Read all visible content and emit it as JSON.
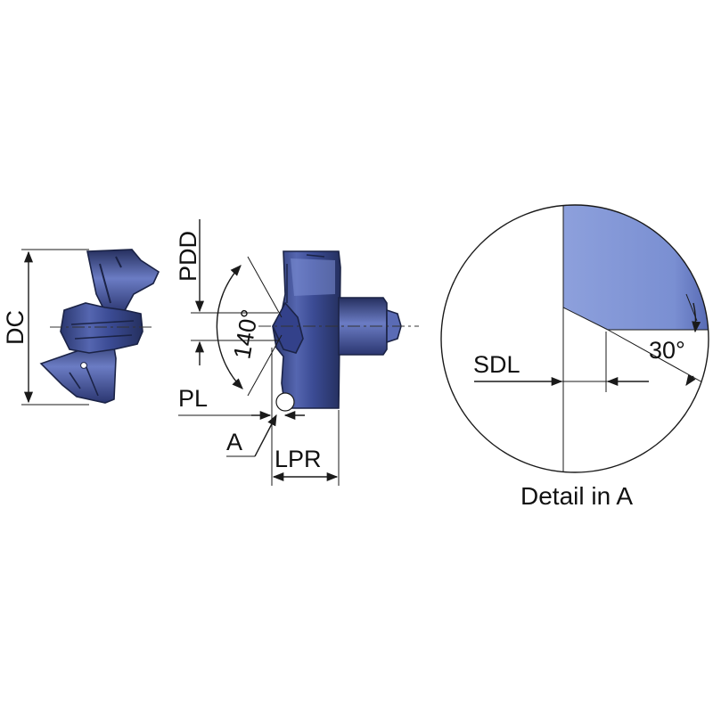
{
  "labels": {
    "dc": "DC",
    "pdd": "PDD",
    "angle_140": "140°",
    "pl": "PL",
    "a": "A",
    "lpr": "LPR",
    "sdl": "SDL",
    "angle_30": "30°",
    "detail_caption": "Detail in A"
  },
  "colors": {
    "tool_body": "#3d4f9a",
    "tool_light": "#8ea0d8",
    "tool_dark": "#202a5c",
    "detail_fill": "#7f95d6",
    "line": "#1a1a1a"
  }
}
